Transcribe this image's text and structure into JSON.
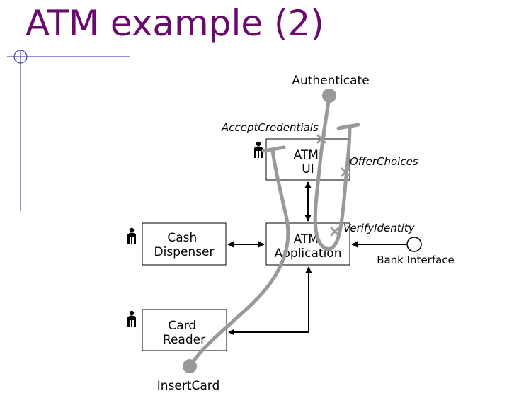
{
  "slide": {
    "title": "ATM example (2)"
  },
  "components": {
    "atm_ui": [
      "ATM",
      "UI"
    ],
    "atm_application": [
      "ATM",
      "Application"
    ],
    "cash_dispenser": [
      "Cash",
      "Dispenser"
    ],
    "card_reader": [
      "Card",
      "Reader"
    ]
  },
  "bank_interface_label": "Bank Interface",
  "path_labels": {
    "start": "InsertCard",
    "end": "Authenticate"
  },
  "responsibilities": {
    "accept_credentials": "AcceptCredentials",
    "offer_choices": "OfferChoices",
    "verify_identity": "VerifyIdentity"
  },
  "icons": {
    "actor": "actor-icon",
    "interface": "interface-circle-icon"
  },
  "colors": {
    "title": "#6a0a6e",
    "accent_line": "#2a2aa0",
    "path": "#999999",
    "box_border": "#000000"
  }
}
